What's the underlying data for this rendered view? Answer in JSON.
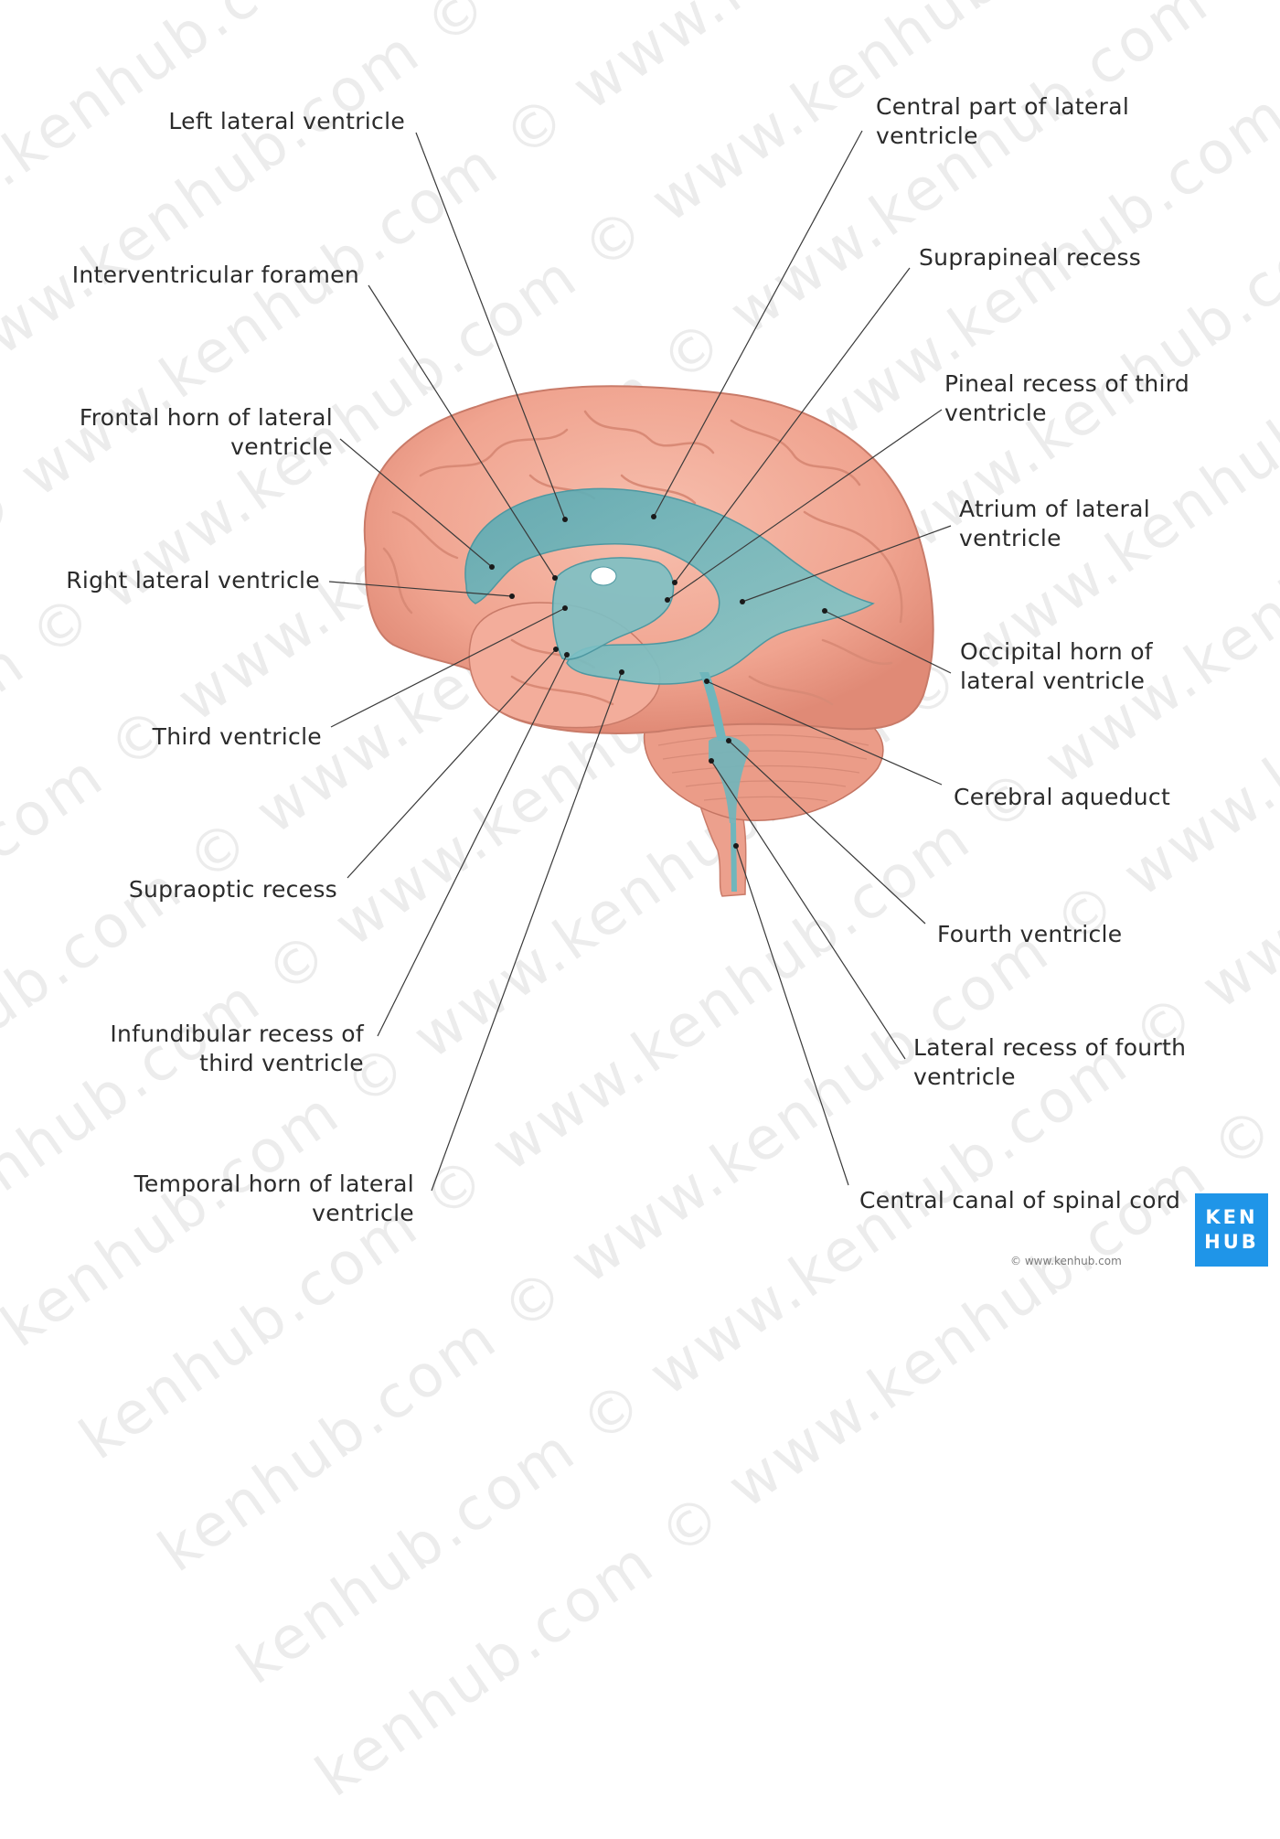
{
  "watermark_text": "kenhub.com © www.kenhub.com © www.kenhub.com © www.kenhub.com ©",
  "labels": {
    "left_lateral": [
      "Left lateral ventricle"
    ],
    "interventricular": [
      "Interventricular foramen"
    ],
    "frontal_horn": [
      "Frontal horn of lateral",
      "ventricle"
    ],
    "right_lateral": [
      "Right lateral ventricle"
    ],
    "third_ventricle": [
      "Third ventricle"
    ],
    "supraoptic": [
      "Supraoptic recess"
    ],
    "infundibular": [
      "Infundibular recess of",
      "third ventricle"
    ],
    "temporal_horn": [
      "Temporal horn of lateral",
      "ventricle"
    ],
    "central_part": [
      "Central part of lateral",
      "ventricle"
    ],
    "suprapineal": [
      "Suprapineal recess"
    ],
    "pineal": [
      "Pineal recess of third",
      "ventricle"
    ],
    "atrium": [
      "Atrium of lateral",
      "ventricle"
    ],
    "occipital_horn": [
      "Occipital horn of",
      "lateral ventricle"
    ],
    "aqueduct": [
      "Cerebral aqueduct"
    ],
    "fourth": [
      "Fourth ventricle"
    ],
    "lateral_recess": [
      "Lateral recess of fourth",
      "ventricle"
    ],
    "central_canal": [
      "Central canal of spinal cord"
    ]
  },
  "logo": {
    "line1": "KEN",
    "line2": "HUB"
  },
  "copyright": "© www.kenhub.com",
  "colors": {
    "brain": "#f2a896",
    "brain_dark": "#d9806d",
    "ventricle": "#6fb6bc",
    "ventricle_light": "#a9d6d6",
    "leader": "#3a3a3a",
    "logo": "#1f95e8"
  }
}
